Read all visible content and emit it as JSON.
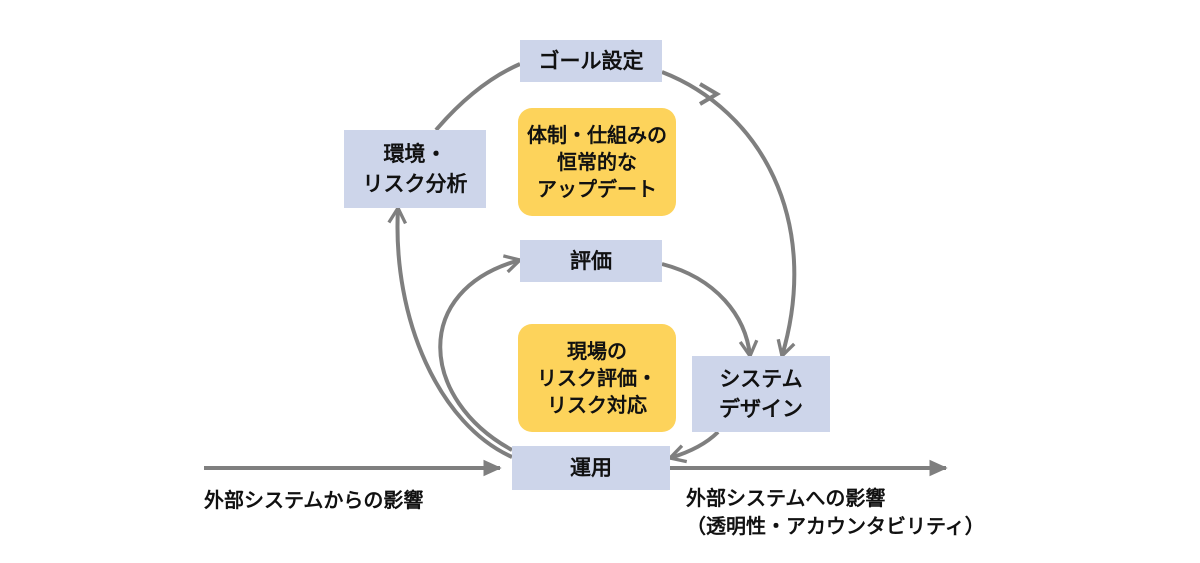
{
  "nodes": {
    "goal": "ゴール設定",
    "env": "環境・\nリスク分析",
    "eval": "評価",
    "system": "システム\nデザイン",
    "ops": "運用"
  },
  "callouts": {
    "update": "体制・仕組みの\n恒常的な\nアップデート",
    "field": "現場の\nリスク評価・\nリスク対応"
  },
  "external": {
    "input_label": "外部システムからの影響",
    "output_label": "外部システムへの影響\n（透明性・アカウンタビリティ）"
  },
  "colors": {
    "node_fill": "#cdd5ea",
    "callout_fill": "#fdd35b",
    "arrow": "#7f7f7f"
  }
}
